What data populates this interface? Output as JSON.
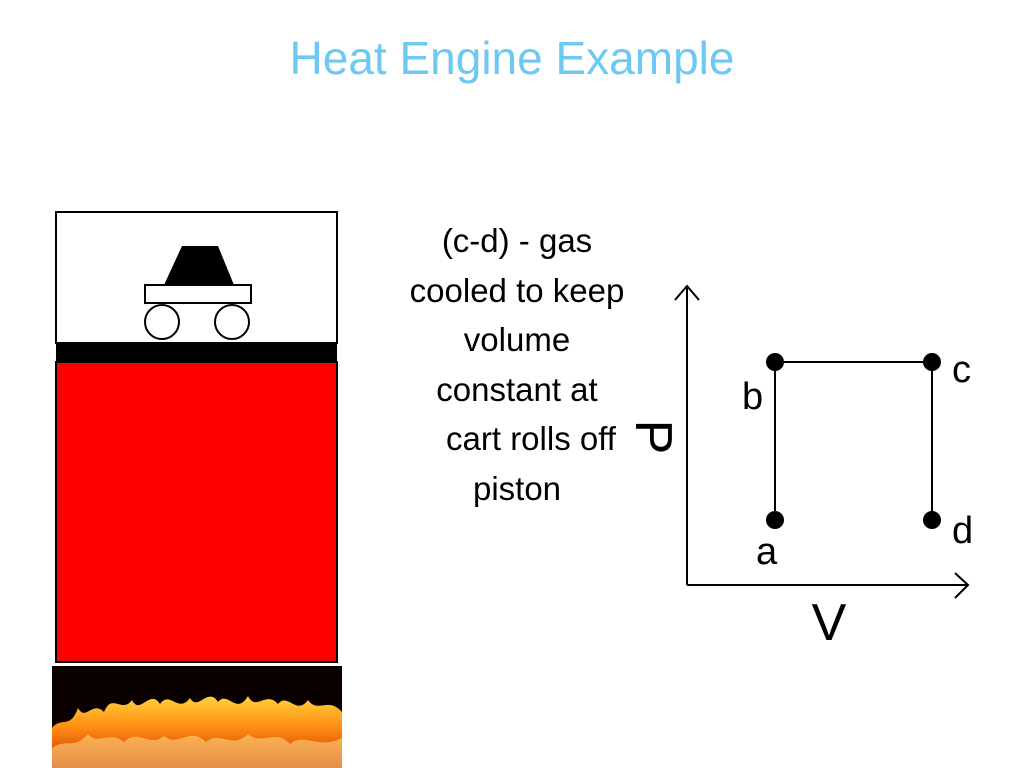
{
  "slide": {
    "title": "Heat Engine Example",
    "title_color": "#6ec9f2"
  },
  "caption_lines": [
    "(c-d) - gas",
    "cooled to keep",
    "volume",
    "constant at",
    "cart rolls off",
    "piston"
  ],
  "apparatus": {
    "gas_color": "#ff0000",
    "piston_color": "#000000",
    "cart_color": "#000000",
    "flame_color": "#ff7a10"
  },
  "pv_diagram": {
    "x_axis_label": "V",
    "y_axis_label": "P",
    "points": [
      {
        "name": "a",
        "label": "a"
      },
      {
        "name": "b",
        "label": "b"
      },
      {
        "name": "c",
        "label": "c"
      },
      {
        "name": "d",
        "label": "d"
      }
    ]
  }
}
